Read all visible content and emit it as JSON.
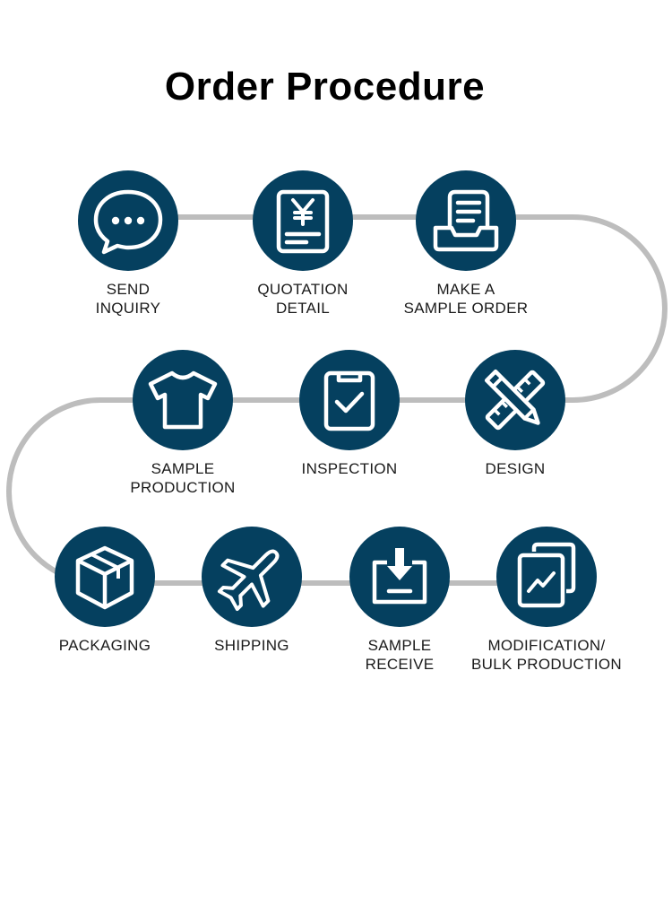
{
  "title": "Order Procedure",
  "colors": {
    "circle": "#05405f",
    "connector": "#bdbdbd",
    "icon": "#ffffff"
  },
  "steps": [
    {
      "icon": "chat-bubble-icon",
      "line1": "SEND",
      "line2": "INQUIRY"
    },
    {
      "icon": "quotation-document-icon",
      "line1": "QUOTATION",
      "line2": "DETAIL"
    },
    {
      "icon": "sample-order-tray-icon",
      "line1": "MAKE A",
      "line2": "SAMPLE ORDER"
    },
    {
      "icon": "pencil-ruler-icon",
      "line1": "DESIGN",
      "line2": ""
    },
    {
      "icon": "clipboard-check-icon",
      "line1": "INSPECTION",
      "line2": ""
    },
    {
      "icon": "t-shirt-icon",
      "line1": "SAMPLE",
      "line2": "PRODUCTION"
    },
    {
      "icon": "box-icon",
      "line1": "PACKAGING",
      "line2": ""
    },
    {
      "icon": "airplane-icon",
      "line1": "SHIPPING",
      "line2": ""
    },
    {
      "icon": "download-tray-icon",
      "line1": "SAMPLE",
      "line2": "RECEIVE"
    },
    {
      "icon": "chart-cards-icon",
      "line1": "MODIFICATION/",
      "line2": "BULK PRODUCTION"
    }
  ]
}
